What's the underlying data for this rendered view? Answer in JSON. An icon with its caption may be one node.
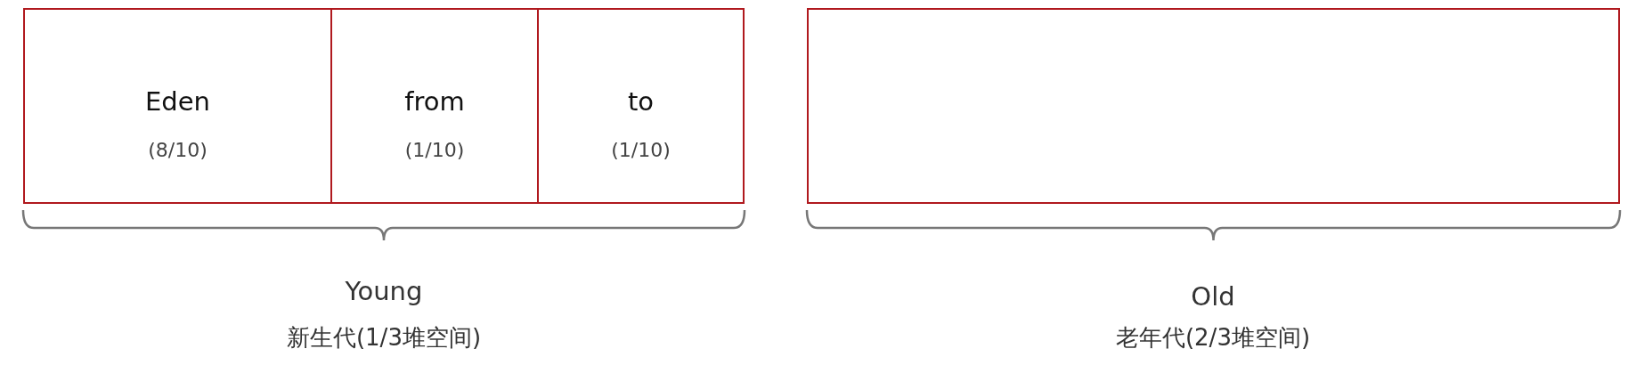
{
  "diagram": {
    "nodes": [
      {
        "text": [
          "Eden",
          "(8/10)"
        ]
      },
      {
        "text": [
          "from",
          "(1/10)"
        ]
      },
      {
        "text": [
          "to",
          "(1/10)"
        ]
      },
      {
        "text": [],
        "shape": "box"
      }
    ],
    "labels": [
      "Young",
      "新生代(1/3堆空间)",
      "Old",
      "老年代(2/3堆空间)"
    ]
  }
}
